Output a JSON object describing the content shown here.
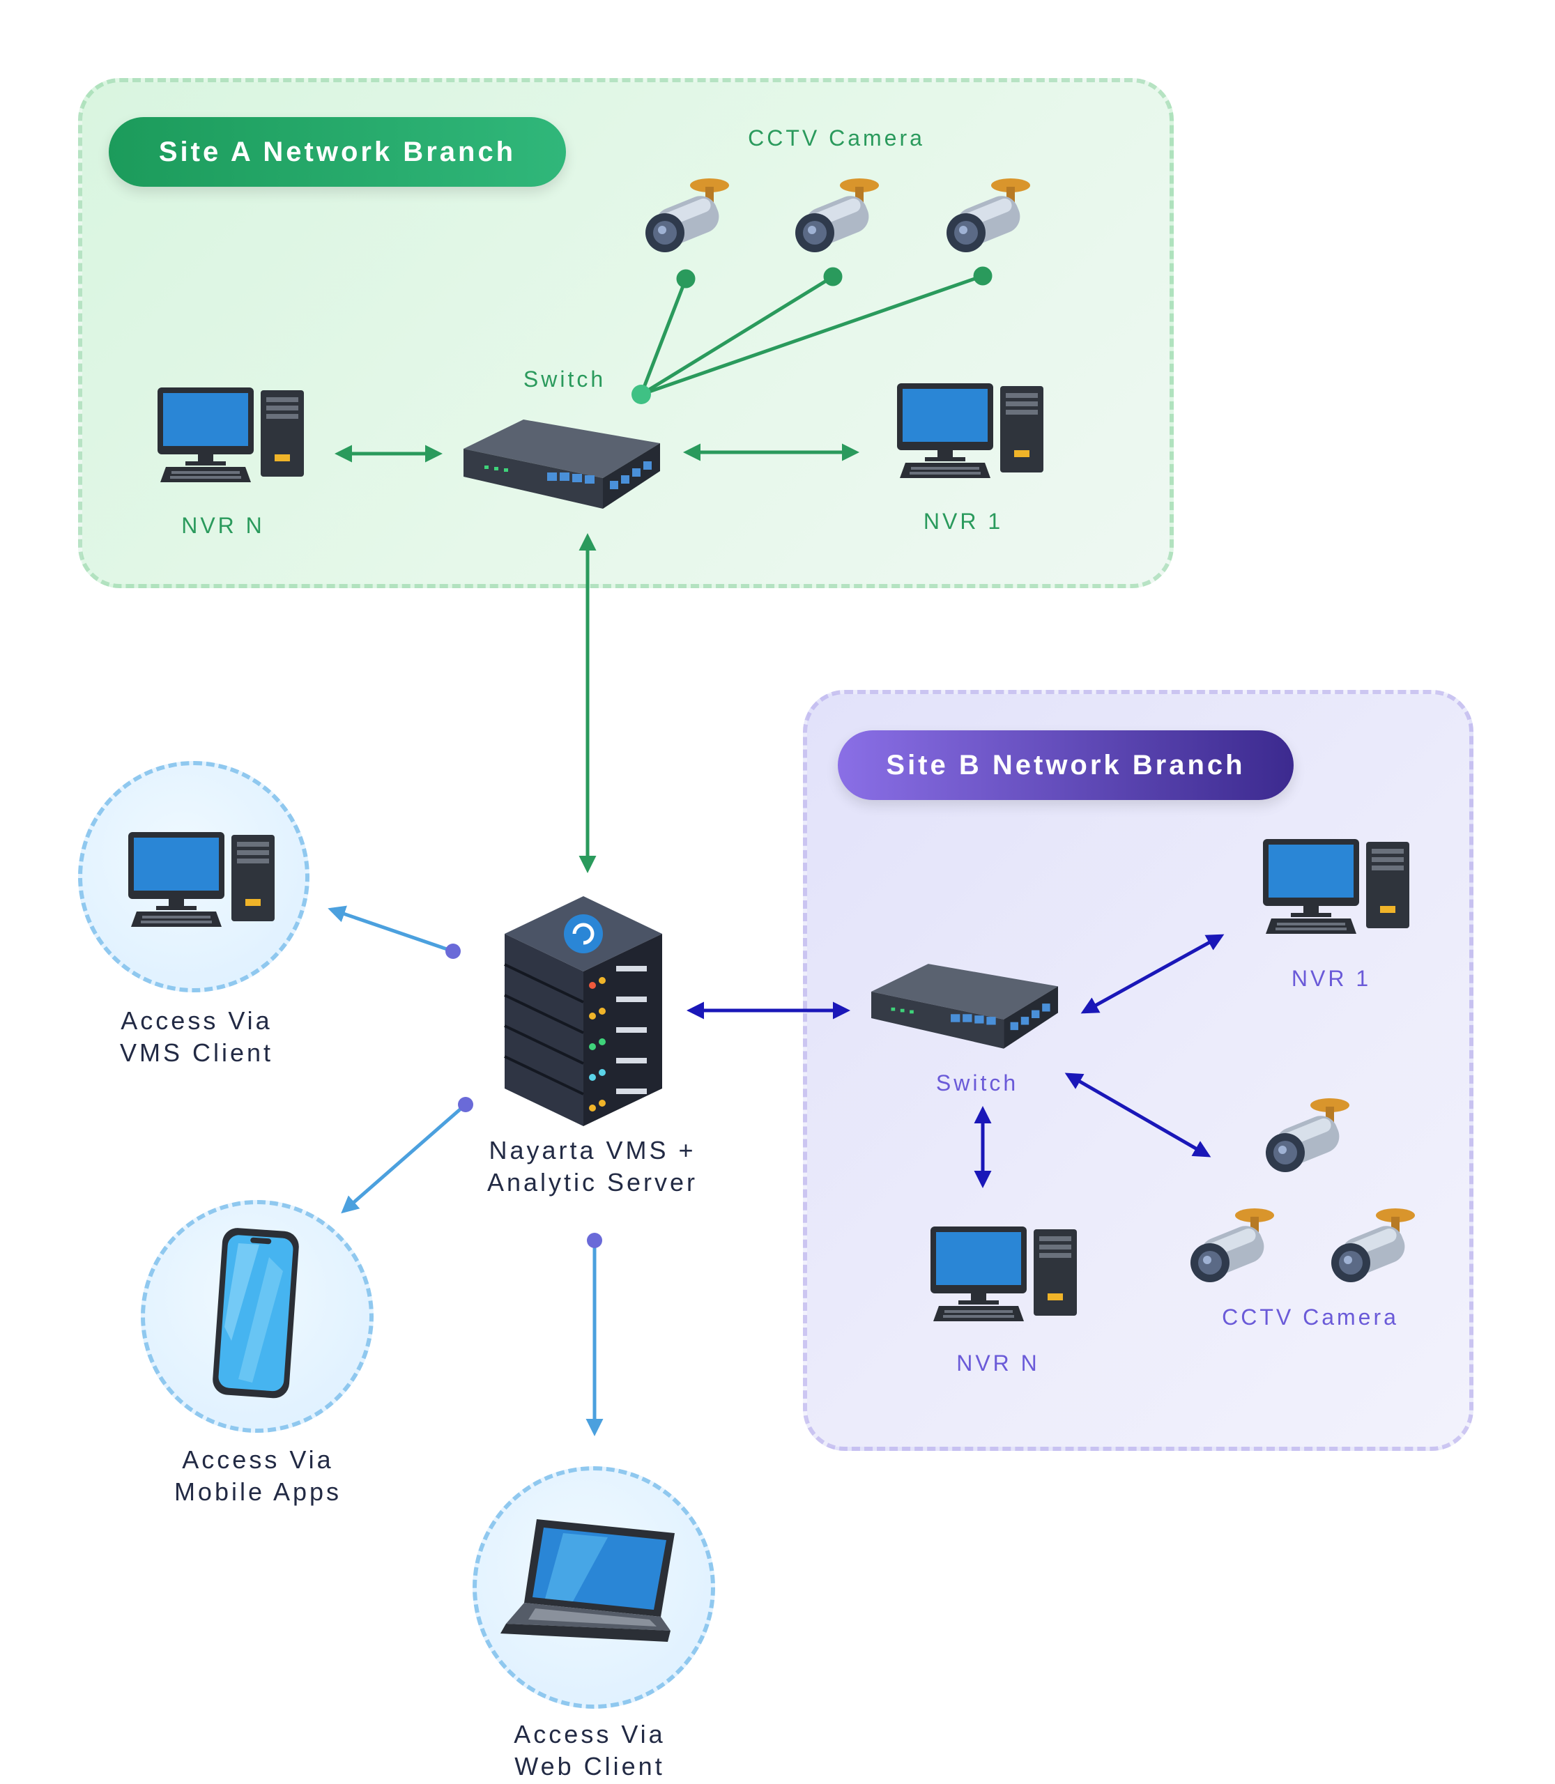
{
  "site_a": {
    "title": "Site A Network Branch",
    "camera_label": "CCTV Camera",
    "switch_label": "Switch",
    "nvr_left_label": "NVR N",
    "nvr_right_label": "NVR 1"
  },
  "site_b": {
    "title": "Site B Network Branch",
    "nvr_top_label": "NVR 1",
    "switch_label": "Switch",
    "camera_label": "CCTV Camera",
    "nvr_bottom_label": "NVR N"
  },
  "server": {
    "label_line1": "Nayarta VMS +",
    "label_line2": "Analytic Server"
  },
  "access": {
    "vms_client_line1": "Access Via",
    "vms_client_line2": "VMS Client",
    "mobile_line1": "Access Via",
    "mobile_line2": "Mobile Apps",
    "web_line1": "Access Via",
    "web_line2": "Web Client"
  },
  "colors": {
    "site_a_accent": "#2a9a5c",
    "site_b_accent": "#1a17b8",
    "client_link": "#4ba0de",
    "server_blue": "#2a86d6"
  }
}
